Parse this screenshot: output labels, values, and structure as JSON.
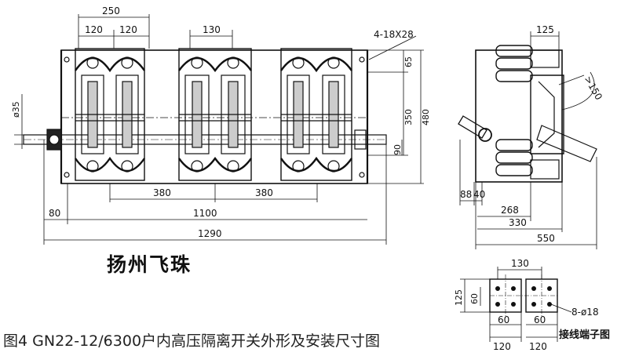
{
  "brand_text": "扬州飞珠",
  "caption": "图4  GN22-12/6300户内高压隔离开关外形及安装尺寸图",
  "terminal_title": "接线端子图",
  "front_view": {
    "dims_top": [
      "250",
      "120",
      "120",
      "130"
    ],
    "hole_note": "4-18X28",
    "dims_right": [
      "65",
      "350",
      "480",
      "90"
    ],
    "shaft_dia": "ø35",
    "dims_bottom": [
      "380",
      "380",
      "1100",
      "80",
      "1290"
    ]
  },
  "side_view": {
    "dim_top": "125",
    "angle": ">150",
    "dims_bottom": [
      "88",
      "40",
      "268",
      "330",
      "550"
    ]
  },
  "terminal_view": {
    "dim_top": "130",
    "dims_left": [
      "125",
      "60"
    ],
    "hole_note": "8-ø18",
    "dims_bottom": [
      "60",
      "60",
      "120",
      "120"
    ]
  },
  "colors": {
    "ink": "#111111",
    "paper": "#ffffff"
  }
}
